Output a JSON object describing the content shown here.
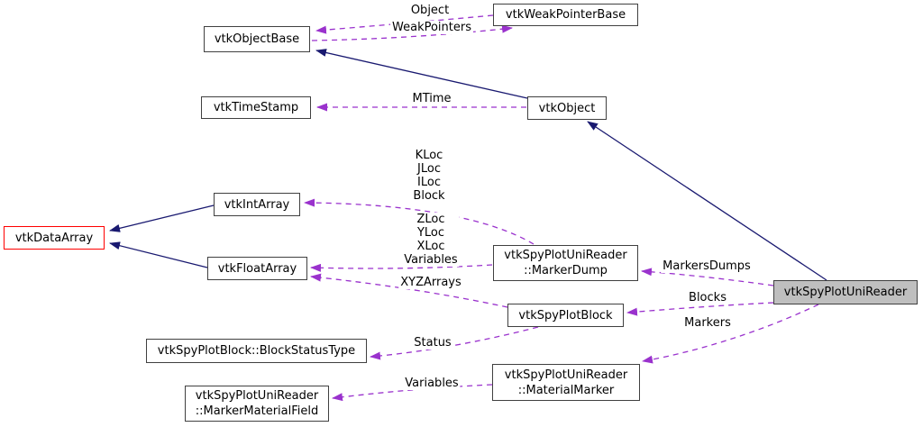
{
  "colors": {
    "inheritance_edge": "#191970",
    "usage_edge": "#9a32cd",
    "node_border": "#404040",
    "highlight_border": "#ff0000",
    "selected_fill": "#bfbfbf",
    "background": "#ffffff",
    "text": "#000000"
  },
  "nodes": [
    {
      "label": "vtkObjectBase"
    },
    {
      "label": "vtkWeakPointerBase"
    },
    {
      "label": "vtkTimeStamp"
    },
    {
      "label": "vtkObject"
    },
    {
      "label": "vtkIntArray"
    },
    {
      "label": "vtkDataArray"
    },
    {
      "label": "vtkFloatArray"
    },
    {
      "label": "vtkSpyPlotUniReader\n::MarkerDump"
    },
    {
      "label": "vtkSpyPlotBlock"
    },
    {
      "label": "vtkSpyPlotBlock::BlockStatusType"
    },
    {
      "label": "vtkSpyPlotUniReader\n::MarkerMaterialField"
    },
    {
      "label": "vtkSpyPlotUniReader\n::MaterialMarker"
    },
    {
      "label": "vtkSpyPlotUniReader"
    }
  ],
  "edge_labels": [
    {
      "text": "Object"
    },
    {
      "text": "WeakPointers"
    },
    {
      "text": "MTime"
    },
    {
      "text": "KLoc\nJLoc\nILoc\nBlock"
    },
    {
      "text": "ZLoc\nYLoc\nXLoc\nVariables"
    },
    {
      "text": "XYZArrays"
    },
    {
      "text": "Status"
    },
    {
      "text": "Variables"
    },
    {
      "text": "MarkersDumps"
    },
    {
      "text": "Blocks"
    },
    {
      "text": "Markers"
    }
  ],
  "edges": [
    {
      "from": "vtkObject",
      "to": "vtkObjectBase",
      "type": "inheritance"
    },
    {
      "from": "vtkSpyPlotUniReader",
      "to": "vtkObject",
      "type": "inheritance"
    },
    {
      "from": "vtkIntArray",
      "to": "vtkDataArray",
      "type": "inheritance"
    },
    {
      "from": "vtkFloatArray",
      "to": "vtkDataArray",
      "type": "inheritance"
    },
    {
      "from": "vtkWeakPointerBase",
      "to": "vtkObjectBase",
      "type": "usage",
      "label": "Object"
    },
    {
      "from": "vtkObjectBase",
      "to": "vtkWeakPointerBase",
      "type": "usage",
      "label": "WeakPointers"
    },
    {
      "from": "vtkObject",
      "to": "vtkTimeStamp",
      "type": "usage",
      "label": "MTime"
    },
    {
      "from": "vtkSpyPlotUniReader::MarkerDump",
      "to": "vtkIntArray",
      "type": "usage",
      "label": "KLoc JLoc ILoc Block"
    },
    {
      "from": "vtkSpyPlotUniReader::MarkerDump",
      "to": "vtkFloatArray",
      "type": "usage",
      "label": "ZLoc YLoc XLoc Variables"
    },
    {
      "from": "vtkSpyPlotBlock",
      "to": "vtkFloatArray",
      "type": "usage",
      "label": "XYZArrays"
    },
    {
      "from": "vtkSpyPlotBlock",
      "to": "vtkSpyPlotBlock::BlockStatusType",
      "type": "usage",
      "label": "Status"
    },
    {
      "from": "vtkSpyPlotUniReader::MaterialMarker",
      "to": "vtkSpyPlotUniReader::MarkerMaterialField",
      "type": "usage",
      "label": "Variables"
    },
    {
      "from": "vtkSpyPlotUniReader",
      "to": "vtkSpyPlotUniReader::MarkerDump",
      "type": "usage",
      "label": "MarkersDumps"
    },
    {
      "from": "vtkSpyPlotUniReader",
      "to": "vtkSpyPlotBlock",
      "type": "usage",
      "label": "Blocks"
    },
    {
      "from": "vtkSpyPlotUniReader",
      "to": "vtkSpyPlotUniReader::MaterialMarker",
      "type": "usage",
      "label": "Markers"
    }
  ]
}
